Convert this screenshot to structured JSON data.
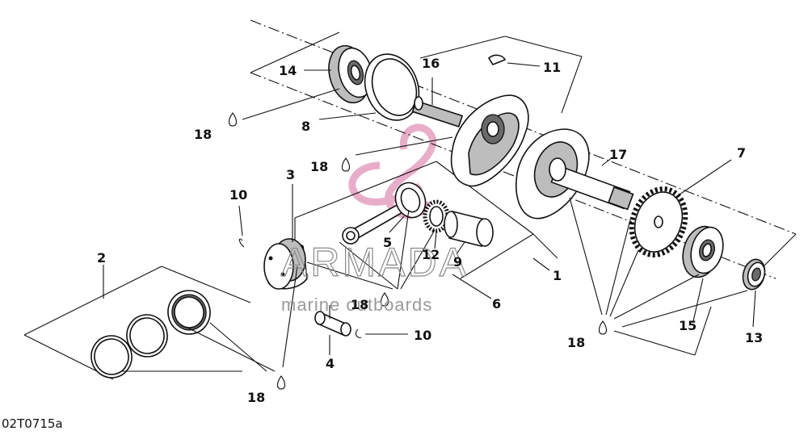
{
  "diagram_code": "02T0715a",
  "watermark": {
    "brand": "ARMADA",
    "tagline": "marine outboards"
  },
  "callouts": {
    "c1": "1",
    "c2": "2",
    "c3": "3",
    "c4": "4",
    "c5": "5",
    "c6": "6",
    "c7": "7",
    "c8": "8",
    "c9": "9",
    "c10a": "10",
    "c10b": "10",
    "c11": "11",
    "c12": "12",
    "c13": "13",
    "c14": "14",
    "c15": "15",
    "c16": "16",
    "c17": "17",
    "c18a": "18",
    "c18b": "18",
    "c18c": "18",
    "c18d": "18",
    "c18e": "18"
  }
}
